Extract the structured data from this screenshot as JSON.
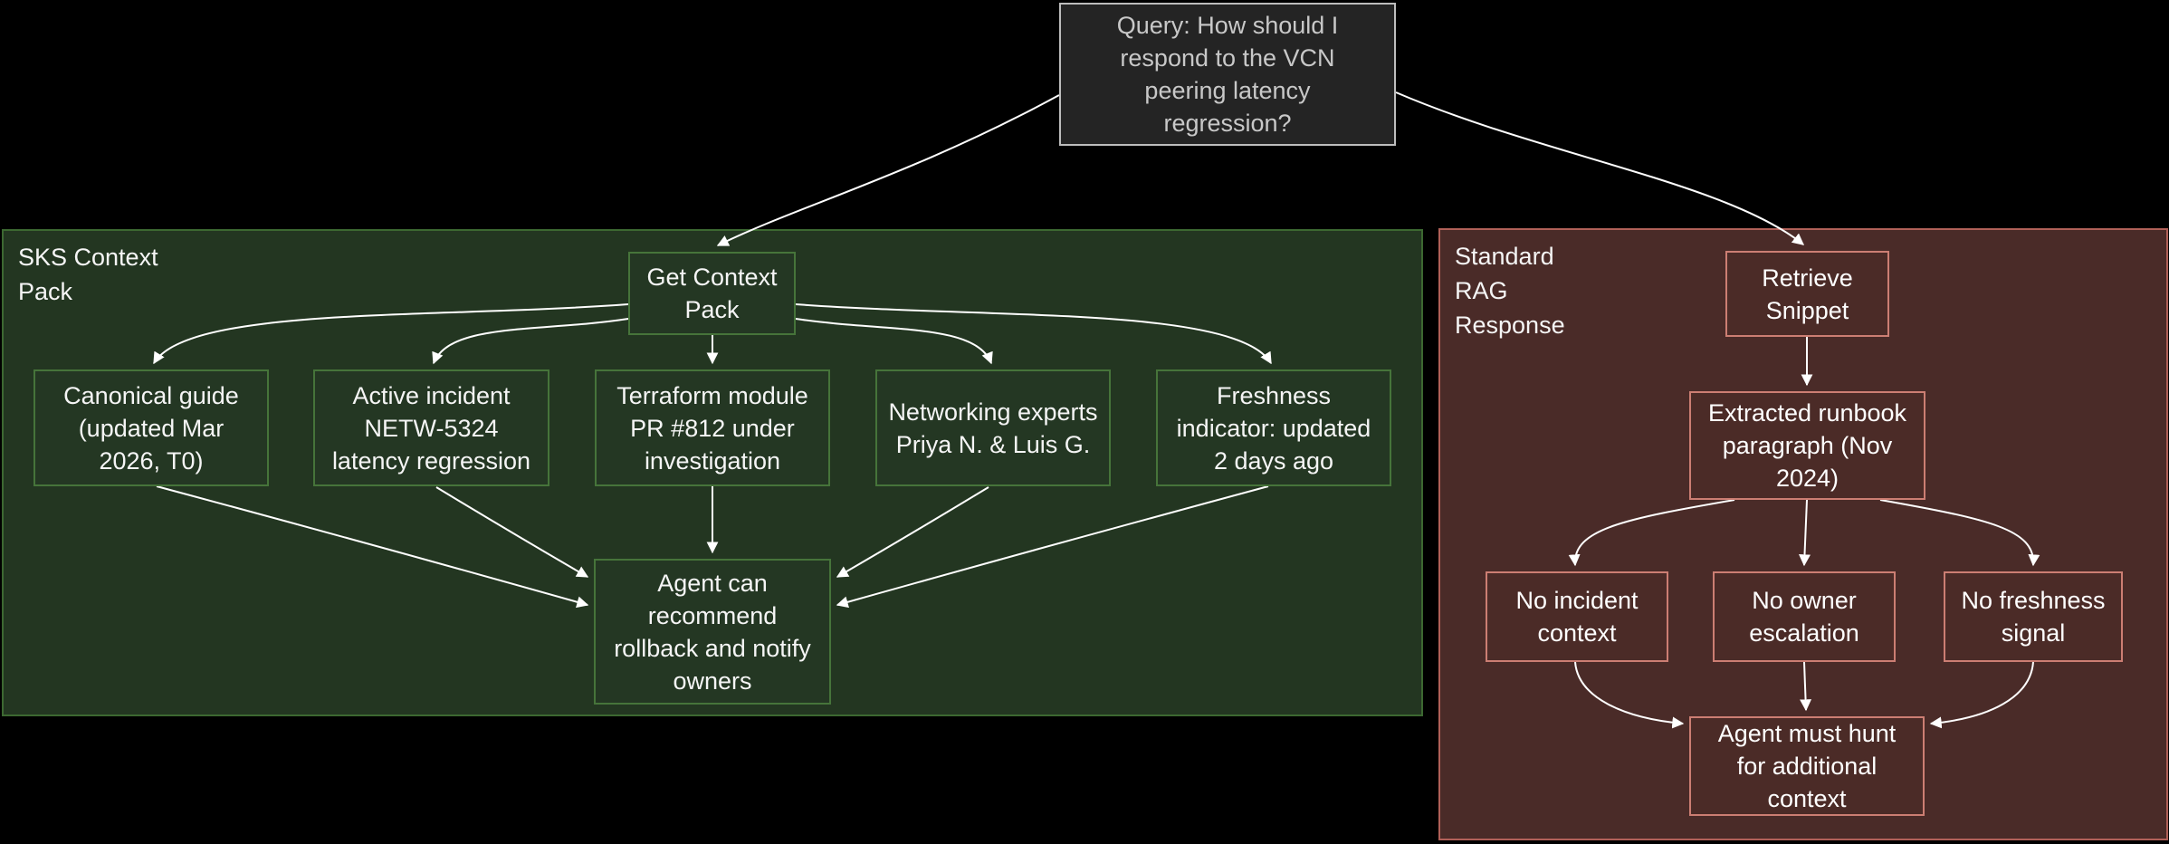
{
  "diagram": {
    "query": {
      "label": "Query: How should I\nrespond to the VCN\npeering latency\nregression?",
      "colors": {
        "bg": "#242424",
        "border": "#bdbdbd",
        "text": "#c8c8c8"
      }
    },
    "left_panel": {
      "title": "SKS Context\nPack",
      "nodes": {
        "get_pack": "Get Context\nPack",
        "canonical": "Canonical guide\n(updated Mar\n2026, T0)",
        "active_incident": "Active incident\nNETW-5324\nlatency regression",
        "terraform": "Terraform module\nPR #812 under\ninvestigation",
        "networking": "Networking experts\nPriya N. & Luis G.",
        "freshness": "Freshness\nindicator: updated\n2 days ago",
        "outcome": "Agent can\nrecommend\nrollback and notify\nowners"
      },
      "colors": {
        "panel_bg": "#233621",
        "panel_border": "#3c6831",
        "node_bg": "#243723",
        "node_border": "#46743a",
        "text": "#f5f5f5"
      }
    },
    "right_panel": {
      "title": "Standard\nRAG\nResponse",
      "nodes": {
        "retrieve": "Retrieve\nSnippet",
        "extracted": "Extracted runbook\nparagraph (Nov\n2024)",
        "no_incident": "No incident\ncontext",
        "no_owner": "No owner\nescalation",
        "no_freshness": "No freshness\nsignal",
        "outcome": "Agent must hunt\nfor additional\ncontext"
      },
      "colors": {
        "panel_bg": "#4a2b28",
        "panel_border": "#b06058",
        "node_bg": "#4b2b27",
        "node_border": "#cc7e73",
        "text": "#ffffff"
      }
    },
    "edge_color": "#ffffff"
  }
}
